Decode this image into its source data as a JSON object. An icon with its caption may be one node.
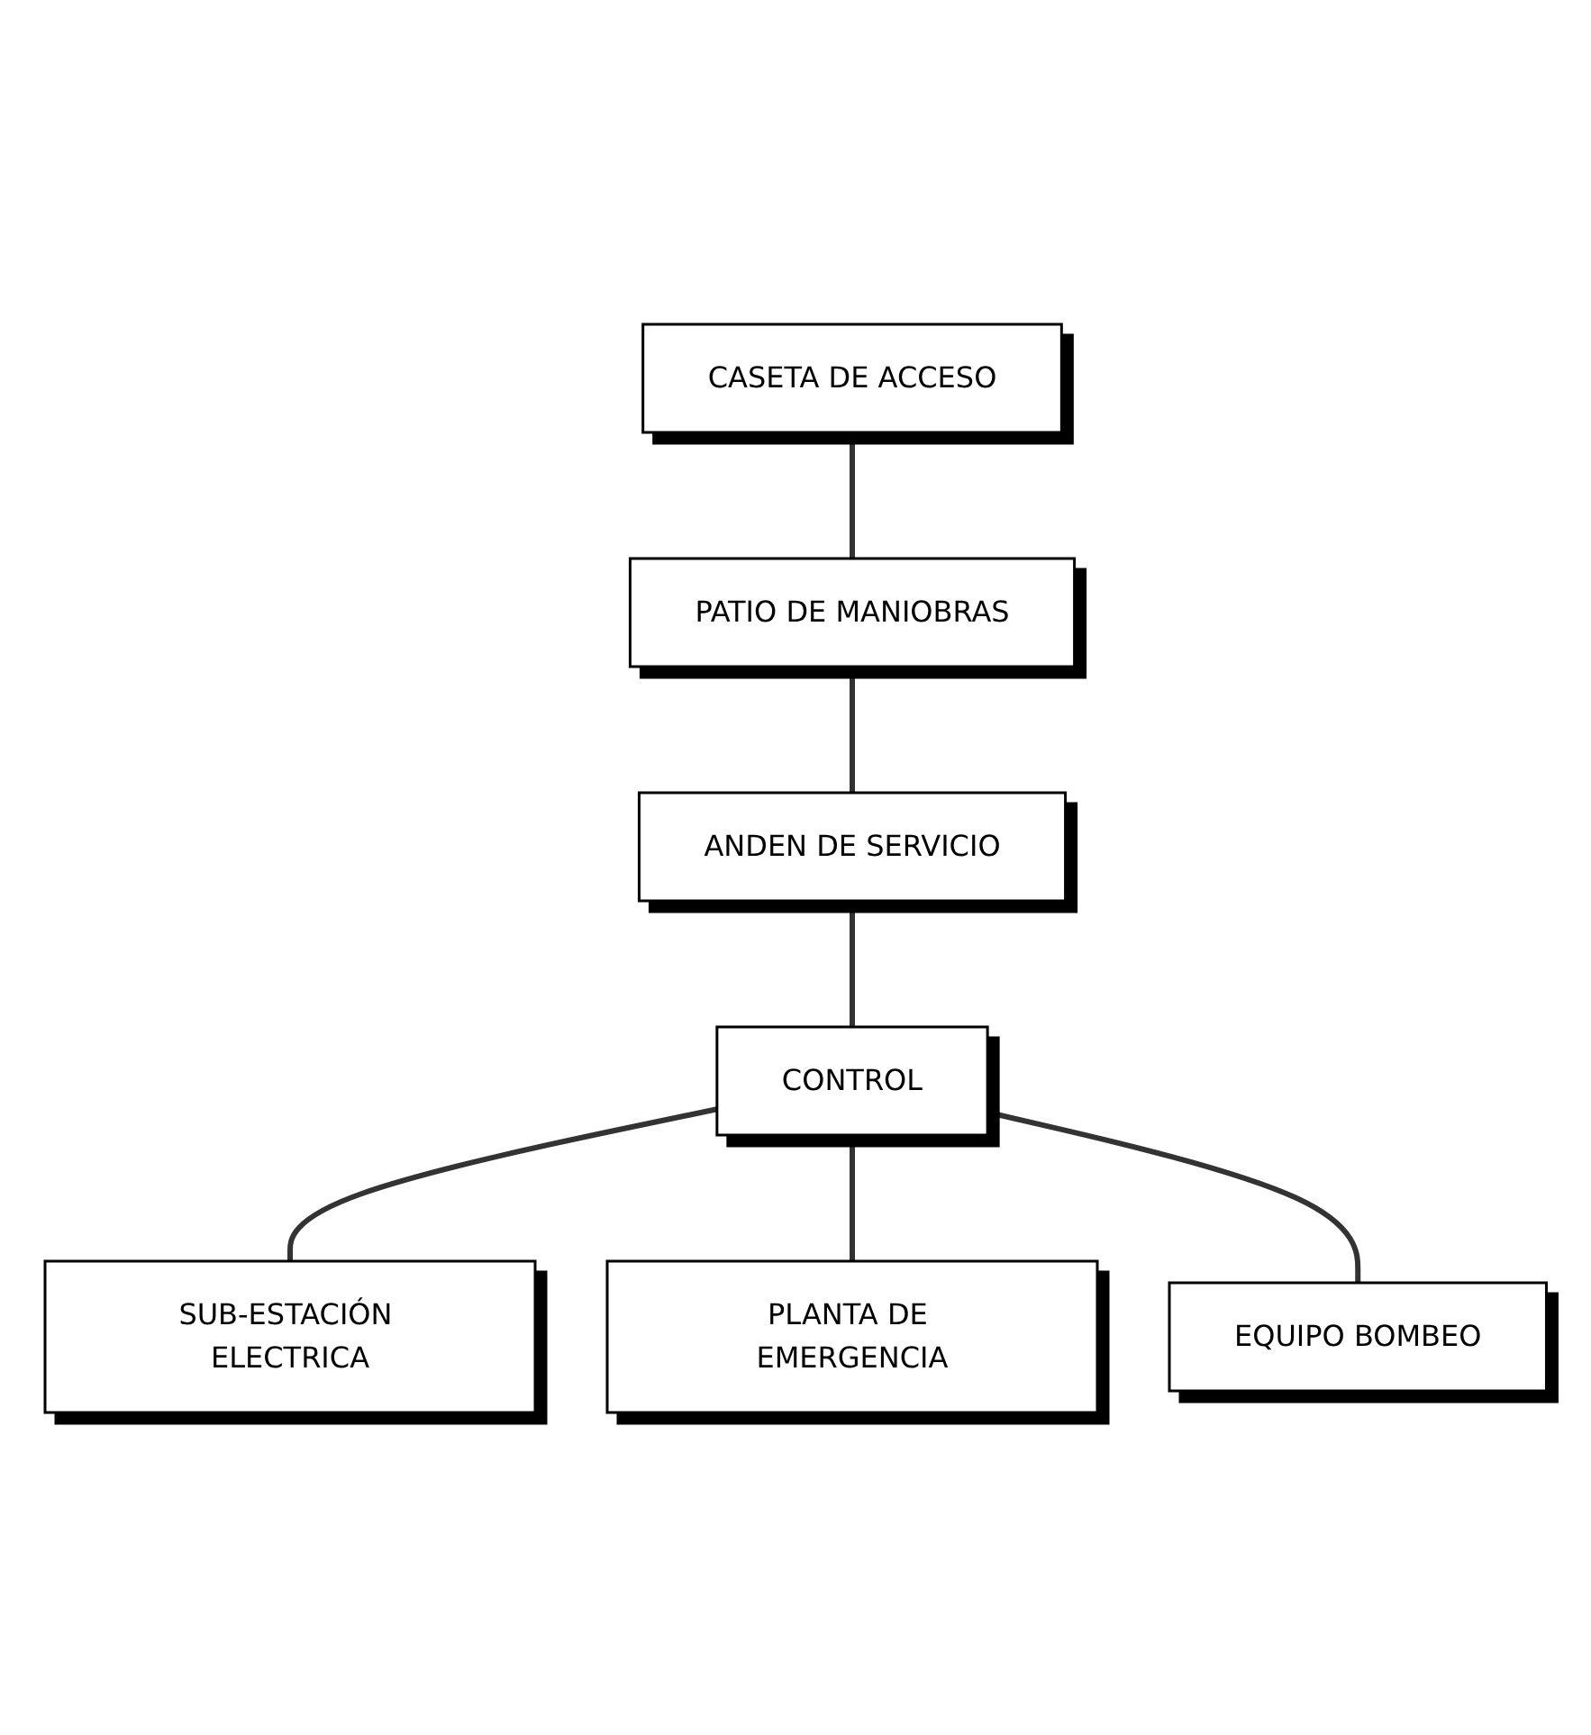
{
  "diagram": {
    "nodes": [
      {
        "text": [
          "CASETA DE ACCESO"
        ]
      },
      {
        "text": [
          "PATIO DE MANIOBRAS"
        ]
      },
      {
        "text": [
          "ANDEN DE SERVICIO"
        ]
      },
      {
        "text": [
          "CONTROL"
        ]
      },
      {
        "text": [
          "SUB-ESTACIÓN ELECTRICA"
        ]
      },
      {
        "text": [
          "PLANTA DE EMERGENCIA"
        ]
      },
      {
        "text": [
          "EQUIPO BOMBEO"
        ]
      }
    ],
    "edges": [
      {
        "from": 0,
        "to": 1,
        "arrow": "none"
      },
      {
        "from": 1,
        "to": 2,
        "arrow": "none"
      },
      {
        "from": 2,
        "to": 3,
        "arrow": "none"
      },
      {
        "from": 3,
        "to": 4,
        "arrow": "none"
      },
      {
        "from": 3,
        "to": 5,
        "arrow": "none"
      },
      {
        "from": 3,
        "to": 6,
        "arrow": "none"
      }
    ]
  }
}
